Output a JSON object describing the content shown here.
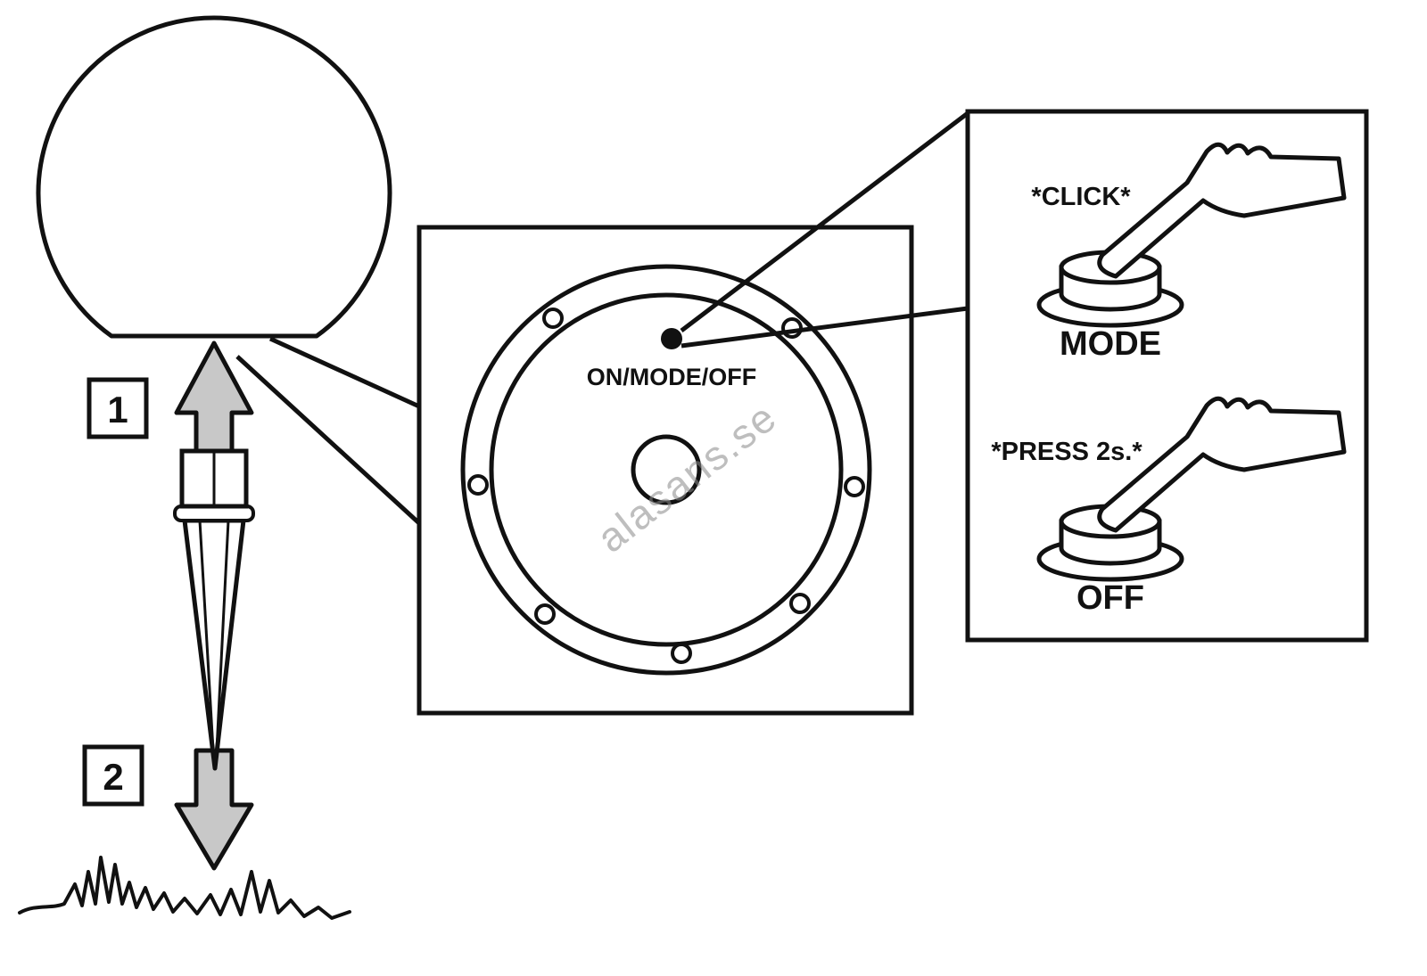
{
  "colors": {
    "line": "#111111",
    "arrow_fill": "#c8c8c8",
    "watermark_gray": "#8a8a8a"
  },
  "labels": {
    "step_1": "1",
    "step_2": "2",
    "panel_button": "ON/MODE/OFF",
    "click": "*CLICK*",
    "mode": "MODE",
    "press_2s": "*PRESS 2s.*",
    "off": "OFF",
    "watermark": "alasans.se"
  }
}
